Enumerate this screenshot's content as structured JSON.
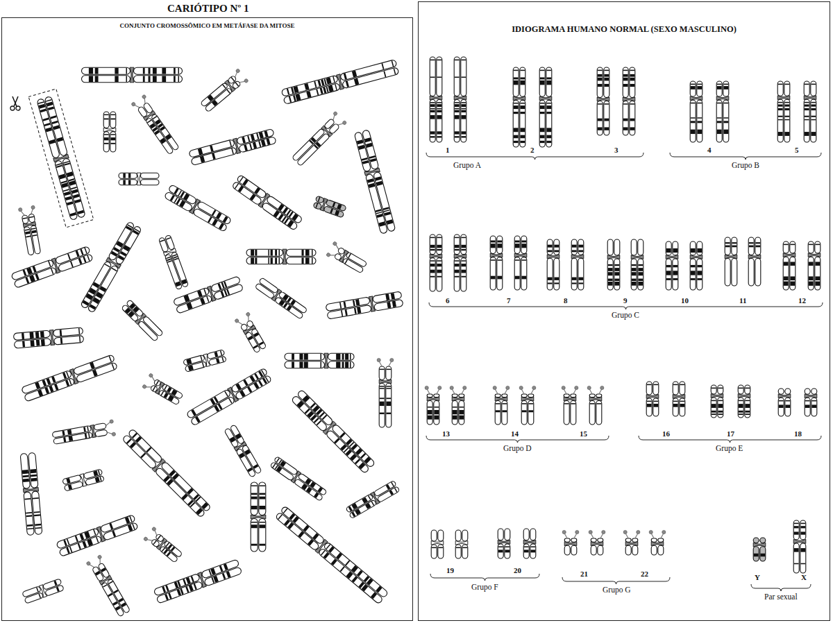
{
  "diagram": {
    "title": "CARIÓTIPO Nº 1",
    "nodes": [
      {
        "text": [
          "CONJUNTO CROMOSSÔMICO EM METÁFASE DA MITOSE"
        ]
      },
      {
        "text": [
          "IDIOGRAMA HUMANO NORMAL (SEXO MASCULINO)"
        ]
      }
    ],
    "labels": [
      "1",
      "2",
      "3",
      "Grupo A",
      "4",
      "5",
      "Grupo B",
      "6",
      "7",
      "8",
      "9",
      "10",
      "11",
      "12",
      "Grupo C",
      "13",
      "14",
      "15",
      "Grupo D",
      "16",
      "17",
      "18",
      "Grupo E",
      "19",
      "20",
      "Grupo F",
      "21",
      "22",
      "Grupo G",
      "Y",
      "X",
      "Par sexual"
    ]
  }
}
